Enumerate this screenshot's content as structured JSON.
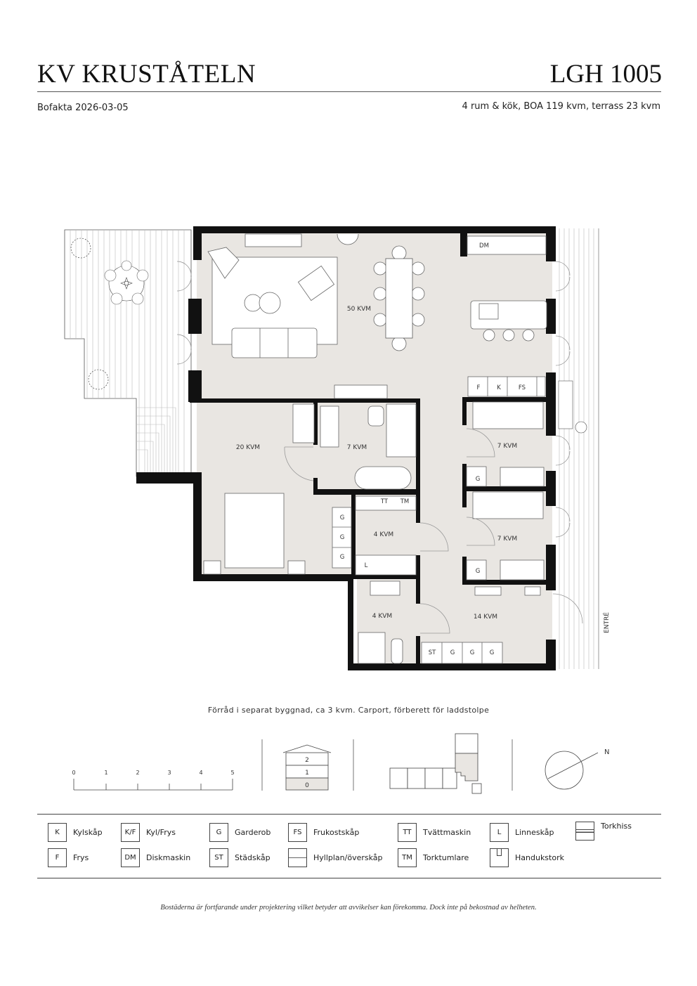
{
  "header": {
    "project": "KV KRUSTÅTELN",
    "unit": "LGH 1005",
    "date_label": "Bofakta 2026-03-05",
    "summary": "4 rum & kök, BOA 119 kvm, terrass 23 kvm"
  },
  "plan": {
    "rooms": [
      {
        "id": "living-kitchen",
        "label": "50 KVM"
      },
      {
        "id": "bedroom-main",
        "label": "20 KVM"
      },
      {
        "id": "bathroom-main",
        "label": "7 KVM"
      },
      {
        "id": "laundry",
        "label": "4 KVM"
      },
      {
        "id": "wc",
        "label": "4 KVM"
      },
      {
        "id": "bedroom-2",
        "label": "7 KVM"
      },
      {
        "id": "bedroom-3",
        "label": "7 KVM"
      },
      {
        "id": "hall",
        "label": "14 KVM"
      }
    ],
    "fixtures": {
      "dm": "DM",
      "f": "F",
      "k": "K",
      "fs": "FS",
      "tt": "TT",
      "tm": "TM",
      "l": "L",
      "g": "G",
      "st": "ST"
    },
    "entrance_label": "ENTRÉ"
  },
  "note": "Förråd i separat byggnad, ca 3 kvm. Carport, förberett för laddstolpe",
  "scale": {
    "ticks": [
      "0",
      "1",
      "2",
      "3",
      "4",
      "5"
    ]
  },
  "floors": {
    "levels": [
      "2",
      "1",
      "0"
    ],
    "current": "0"
  },
  "compass": {
    "north_label": "N"
  },
  "legend": {
    "items": [
      {
        "code": "K",
        "label": "Kylskåp"
      },
      {
        "code": "K/F",
        "label": "Kyl/Frys"
      },
      {
        "code": "G",
        "label": "Garderob"
      },
      {
        "code": "FS",
        "label": "Frukostskåp"
      },
      {
        "code": "TT",
        "label": "Tvättmaskin"
      },
      {
        "code": "L",
        "label": "Linneskåp"
      },
      {
        "code": "",
        "label": "Torkhiss"
      },
      {
        "code": "F",
        "label": "Frys"
      },
      {
        "code": "DM",
        "label": "Diskmaskin"
      },
      {
        "code": "ST",
        "label": "Städskåp"
      },
      {
        "code": "",
        "label": "Hyllplan/överskåp"
      },
      {
        "code": "TM",
        "label": "Torktumlare"
      },
      {
        "code": "",
        "label": "Handukstork"
      }
    ]
  },
  "disclaimer": "Bostäderna är fortfarande under projektering vilket betyder att avvikelser kan förekomma. Dock inte på bekostnad av helheten.",
  "colors": {
    "floor_fill": "#e9e6e2",
    "wall": "#111111",
    "line": "#555555"
  }
}
